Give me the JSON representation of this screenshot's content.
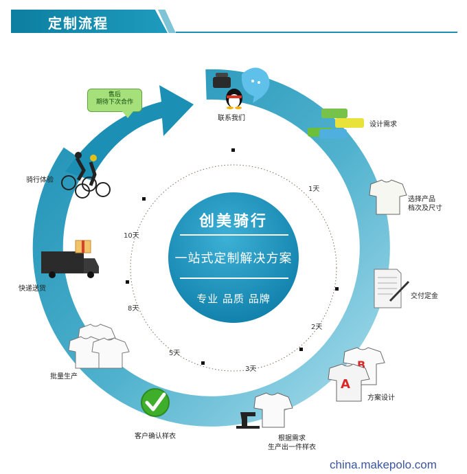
{
  "header": {
    "title": "定制流程"
  },
  "center": {
    "line1": "创美骑行",
    "line2": "一站式定制解决方案",
    "line3": "专业 品质 品牌"
  },
  "steps": {
    "contact": "联系我们",
    "design_req": "设计需求",
    "select": "选择产品\n档次及尺寸",
    "deposit": "交付定金",
    "scheme": "方案设计",
    "sample_make": "根据需求\n生产出一件样衣",
    "confirm": "客户确认样衣",
    "batch": "批量生产",
    "ship": "快递送货",
    "ride": "骑行体验"
  },
  "bubble": {
    "text": "售后\n期待下次合作"
  },
  "days": {
    "d1": "1天",
    "d2": "2天",
    "d3": "3天",
    "d5": "5天",
    "d8": "8天",
    "d10": "10天"
  },
  "colors": {
    "ring_dark": "#1b8fb4",
    "ring_light": "#9bd6e6",
    "header": "#1387ab",
    "check": "#3fae2a"
  },
  "watermark": "china.makepolo.com"
}
